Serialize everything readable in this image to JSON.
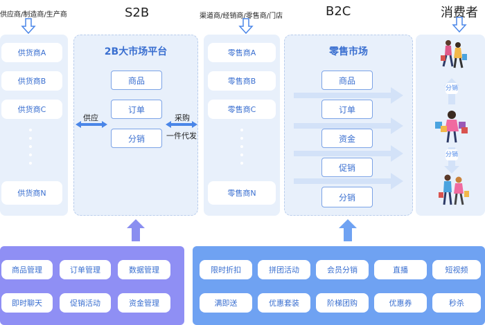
{
  "headers": {
    "supplier_caption": "供应商/制造商/生产商",
    "s2b": "S2B",
    "channel_caption": "渠道商/经销商/零售商/门店",
    "b2c": "B2C",
    "consumer": "消费者"
  },
  "suppliers": [
    "供货商A",
    "供货商B",
    "供货商C",
    "供货商N"
  ],
  "s2b_platform": {
    "title": "2B大市场平台",
    "items": [
      "商品",
      "订单",
      "分销"
    ]
  },
  "flow_labels": {
    "supply": "供应",
    "purchase": "采购",
    "dropship": "一件代发"
  },
  "retailers": [
    "零售商A",
    "零售商B",
    "零售商C",
    "零售商N"
  ],
  "retail_market": {
    "title": "零售市场",
    "items": [
      "商品",
      "订单",
      "资金",
      "促销",
      "分销"
    ]
  },
  "consumer_labels": [
    "分销",
    "分销"
  ],
  "s2b_features": [
    "商品管理",
    "订单管理",
    "数据管理",
    "即时聊天",
    "促销活动",
    "资金管理"
  ],
  "b2c_features": [
    "限时折扣",
    "拼团活动",
    "会员分销",
    "直播",
    "短视频",
    "满即送",
    "优惠套装",
    "阶梯团购",
    "优惠券",
    "秒杀"
  ],
  "colors": {
    "accent": "#3a6fd0",
    "panel_bg": "#e8f0fb",
    "s2b_bottom": "#8f8ff4",
    "b2c_bottom": "#6fa2f2",
    "arrow_up": "#8a8ef0"
  }
}
